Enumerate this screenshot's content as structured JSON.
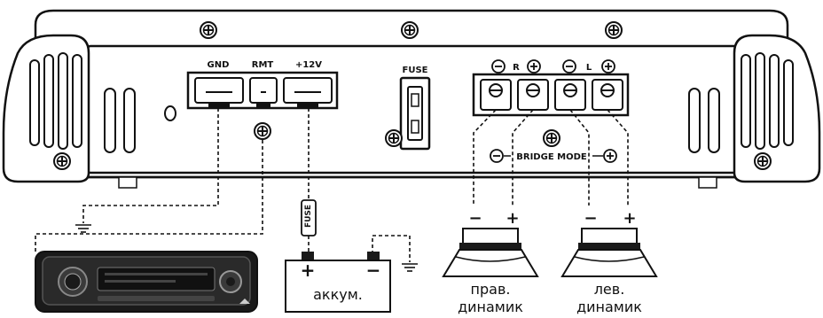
{
  "amplifier": {
    "power_labels": {
      "gnd": "GND",
      "rmt": "RMT",
      "plus12v": "+12V"
    },
    "fuse_label": "FUSE",
    "speaker_channel_labels": {
      "right": "R",
      "left": "L"
    },
    "bridge_mode_label": "BRIDGE MODE"
  },
  "inline_fuse_label": "FUSE",
  "battery": {
    "label": "аккум.",
    "plus": "+",
    "minus": "−"
  },
  "speakers": [
    {
      "line1": "прав.",
      "line2": "динамик",
      "minus": "−",
      "plus": "+"
    },
    {
      "line1": "лев.",
      "line2": "динамик",
      "minus": "−",
      "plus": "+"
    }
  ],
  "colors": {
    "line": "#111111",
    "fill": "#ffffff",
    "dark": "#1a1a1a"
  }
}
